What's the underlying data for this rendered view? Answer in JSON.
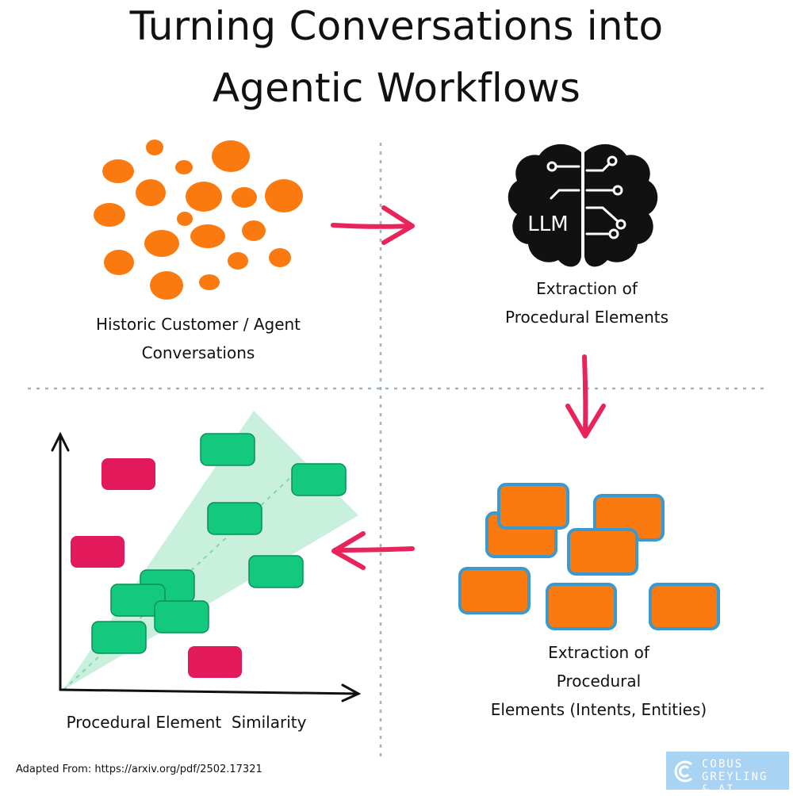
{
  "title": {
    "line1": "Turning Conversations into",
    "line2": "Agentic Workflows"
  },
  "quadrants": {
    "top_left_label_line1": "Historic Customer / Agent",
    "top_left_label_line2": "Conversations",
    "top_right_icon_text": "LLM",
    "top_right_label_line1": "Extraction of",
    "top_right_label_line2": "Procedural Elements",
    "bottom_right_label_line1": "Extraction of",
    "bottom_right_label_line2": "Procedural",
    "bottom_right_label_line3": "Elements (Intents, Entities)",
    "bottom_left_label": "Procedural Element  Similarity"
  },
  "footer": {
    "source": "Adapted From: https://arxiv.org/pdf/2502.17321"
  },
  "brand": {
    "line1": "COBUS GREYLING",
    "line2": "& AI"
  },
  "colors": {
    "orange": "#fb7a0f",
    "arrow_pink": "#e8245a",
    "green": "#12c97e",
    "red_box": "#e2195a",
    "box_border": "#3a9ad0",
    "cone": "#c9efdd",
    "divider": "#9fb3c3",
    "brand_bg": "#a9d3f2"
  }
}
